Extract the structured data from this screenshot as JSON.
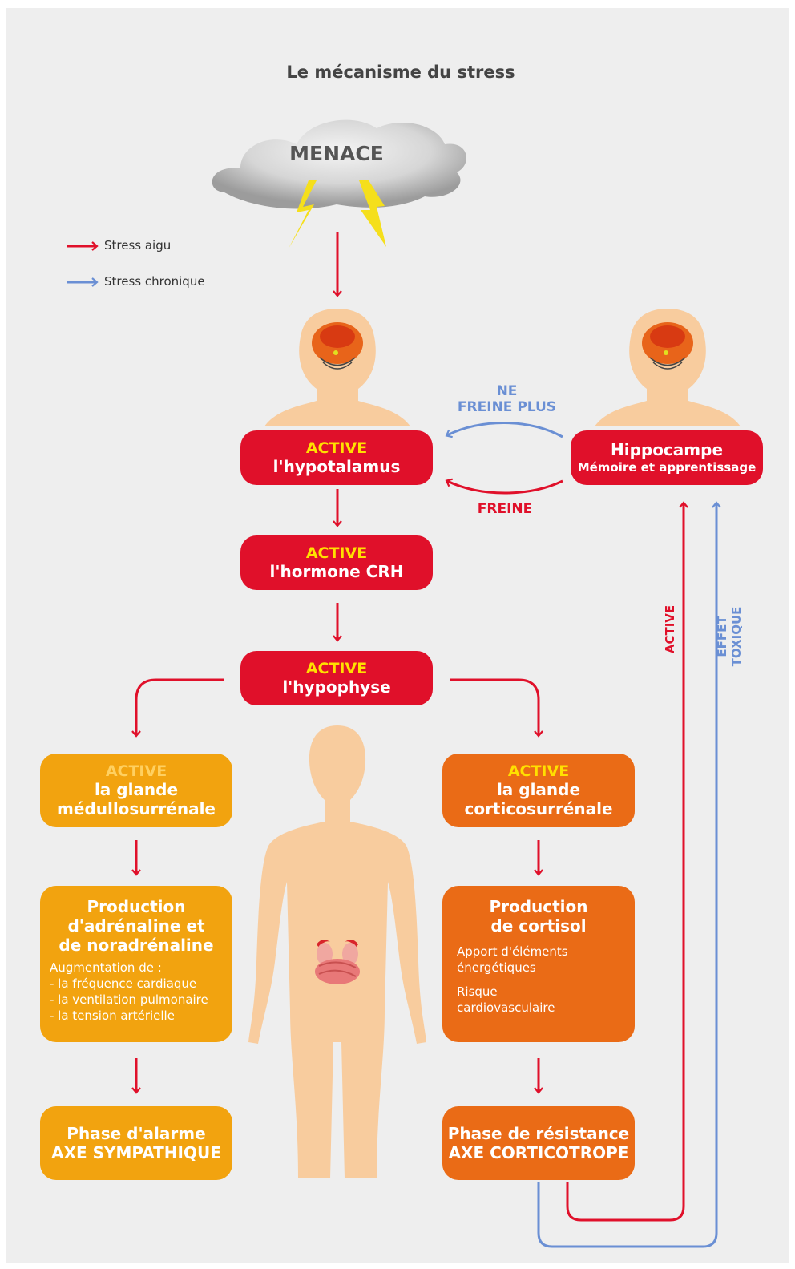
{
  "title": "Le mécanisme du stress",
  "threat": "MENACE",
  "legend": {
    "acute": "Stress aigu",
    "chronic": "Stress chronique"
  },
  "colors": {
    "acute": "#e0102a",
    "chronic": "#6a8fd4",
    "box_red": "#e0102a",
    "box_orange": "#f2a30f",
    "box_dark_orange": "#ea6b16",
    "keyword_yellow": "#ffe000",
    "skin": "#f8cc9e"
  },
  "feedback": {
    "no_brake_line1": "NE",
    "no_brake_line2": "FREINE PLUS",
    "brake": "FREINE",
    "activates": "ACTIVE",
    "toxic": "EFFET TOXIQUE"
  },
  "nodes": {
    "hypothalamus": {
      "kw": "ACTIVE",
      "label": "l'hypotalamus"
    },
    "hippocampus": {
      "label": "Hippocampe",
      "sub": "Mémoire et apprentissage"
    },
    "crh": {
      "kw": "ACTIVE",
      "label": "l'hormone CRH"
    },
    "pituitary": {
      "kw": "ACTIVE",
      "label": "l'hypophyse"
    },
    "medulla": {
      "kw": "ACTIVE",
      "line1": "la glande",
      "line2": "médullosurrénale"
    },
    "cortex": {
      "kw": "ACTIVE",
      "line1": "la glande",
      "line2": "corticosurrénale"
    },
    "adrenaline": {
      "line1": "Production",
      "line2": "d'adrénaline et",
      "line3": "de noradrénaline",
      "intro": "Augmentation de :",
      "items": [
        "- la fréquence cardiaque",
        "- la ventilation pulmonaire",
        "- la tension artérielle"
      ]
    },
    "cortisol": {
      "line1": "Production",
      "line2": "de cortisol",
      "note1a": "Apport d'éléments",
      "note1b": "énergétiques",
      "note2a": "Risque",
      "note2b": "cardiovasculaire"
    },
    "alarm": {
      "line1": "Phase d'alarme",
      "line2": "AXE SYMPATHIQUE"
    },
    "resistance": {
      "line1": "Phase de résistance",
      "line2": "AXE CORTICOTROPE"
    }
  }
}
